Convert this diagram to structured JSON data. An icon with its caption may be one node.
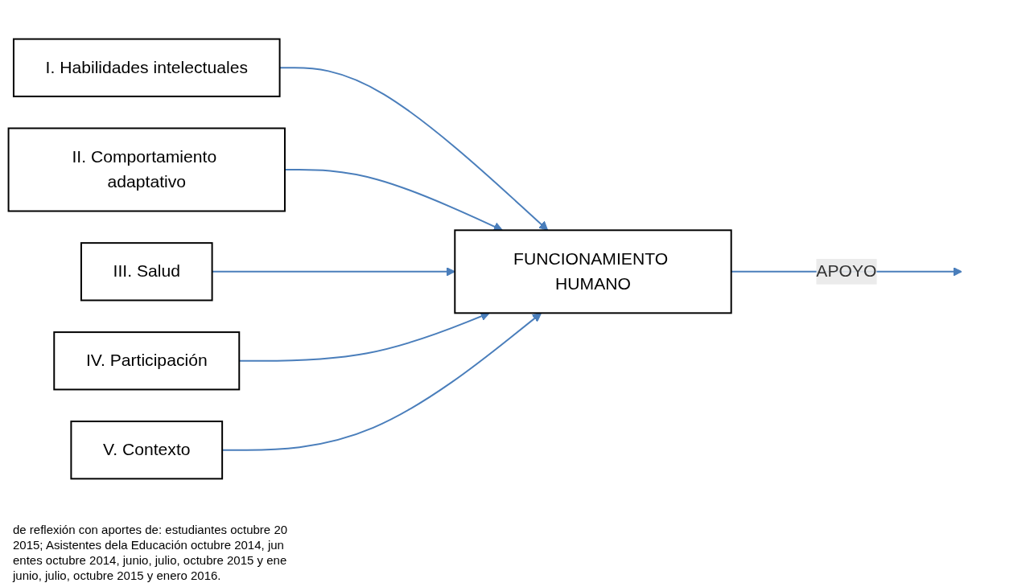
{
  "diagram": {
    "nodes": [
      {
        "text": [
          "I. Habilidades intelectuales"
        ]
      },
      {
        "text": [
          "II. Comportamiento adaptativo"
        ]
      },
      {
        "text": [
          "III. Salud"
        ]
      },
      {
        "text": [
          "IV. Participación"
        ]
      },
      {
        "text": [
          "V. Contexto"
        ]
      },
      {
        "text": [
          "FUNCIONAMIENTO HUMANO"
        ]
      }
    ],
    "edges": [
      {
        "from": 0,
        "to": 5,
        "arrow": "to"
      },
      {
        "from": 1,
        "to": 5,
        "arrow": "to"
      },
      {
        "from": 5,
        "to": null,
        "arrow": "to",
        "label": "APOYO"
      },
      {
        "from": 2,
        "to": 5,
        "arrow": "to"
      },
      {
        "from": 3,
        "to": 5,
        "arrow": "to"
      },
      {
        "from": 4,
        "to": 5,
        "arrow": "to"
      }
    ],
    "labels": [
      "de reflexión con aportes de:  estudiantes octubre 20",
      "2015; Asistentes dela Educación octubre 2014, jun",
      "entes octubre 2014, junio, julio, octubre 2015 y ene",
      "junio, julio, octubre 2015 y enero 2016."
    ]
  }
}
